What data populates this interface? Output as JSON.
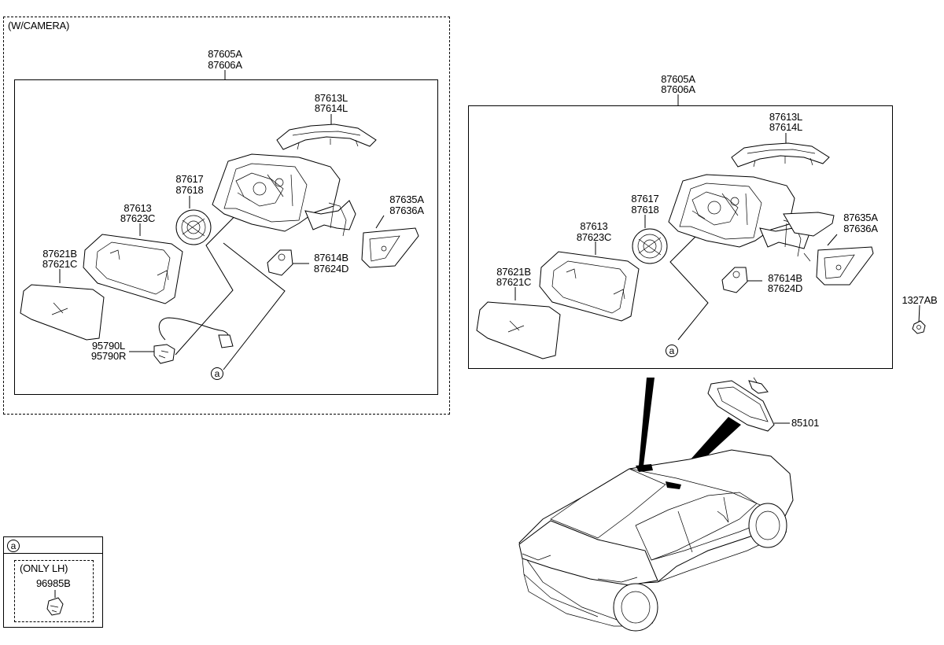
{
  "left_panel": {
    "title": "(W/CAMERA)",
    "assembly": [
      "87605A",
      "87606A"
    ],
    "parts": {
      "cover_trim": [
        "87613L",
        "87614L"
      ],
      "actuator": [
        "87617",
        "87618"
      ],
      "housing": [
        "87613",
        "87623C"
      ],
      "glass": [
        "87621B",
        "87621C"
      ],
      "base": [
        "87635A",
        "87636A"
      ],
      "lamp": [
        "87614B",
        "87624D"
      ],
      "camera": [
        "95790L",
        "95790R"
      ]
    },
    "callout": "a"
  },
  "right_panel": {
    "assembly": [
      "87605A",
      "87606A"
    ],
    "parts": {
      "cover_trim": [
        "87613L",
        "87614L"
      ],
      "actuator": [
        "87617",
        "87618"
      ],
      "housing": [
        "87613",
        "87623C"
      ],
      "glass": [
        "87621B",
        "87621C"
      ],
      "base": [
        "87635A",
        "87636A"
      ],
      "lamp": [
        "87614B",
        "87624D"
      ]
    },
    "callout": "a",
    "screw": "1327AB"
  },
  "inside_mirror": "85101",
  "legend_box": {
    "key": "a",
    "note": "(ONLY LH)",
    "part": "96985B"
  }
}
